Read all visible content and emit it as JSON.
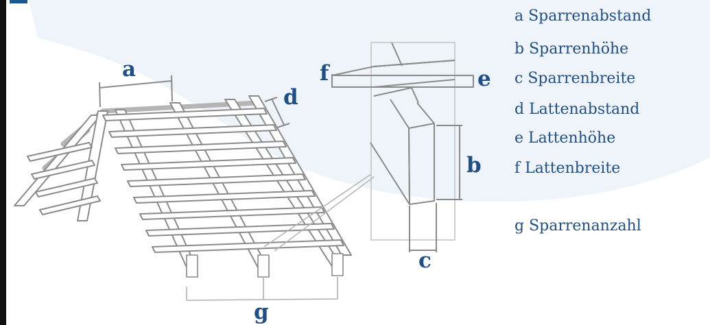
{
  "labels": {
    "a": "a",
    "b": "b",
    "c": "c",
    "d": "d",
    "e": "e",
    "f": "f",
    "g": "g"
  },
  "legend": [
    "a Sparrenabstand",
    "b Sparrenhöhe",
    "c Sparrenbreite",
    "d Lattenabstand",
    "e Lattenhöhe",
    "f Lattenbreite",
    "g Sparrenanzahl"
  ],
  "colors": {
    "label_text": "#1f4f86",
    "backdrop_shape": "#eef4f9",
    "accent_mark": "#1f5690",
    "left_edge": "#111111",
    "drawing_lines": "#8a8a8a"
  }
}
